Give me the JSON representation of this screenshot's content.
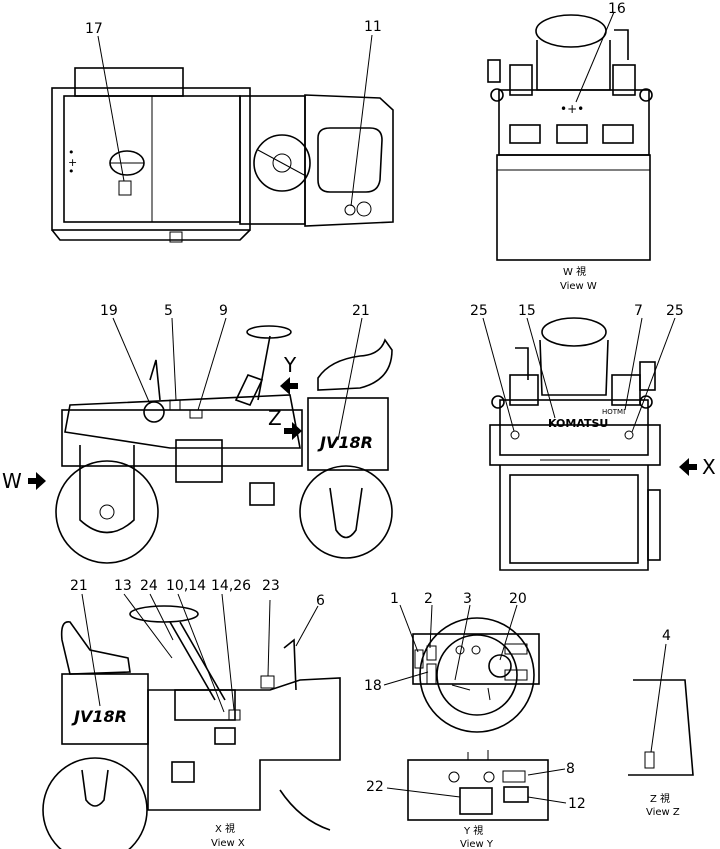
{
  "top_view": {
    "callouts": [
      "17",
      "11"
    ]
  },
  "rear_view_w": {
    "callouts": [
      "16"
    ],
    "caption_jp": "W 視",
    "caption_en": "View W"
  },
  "side_view": {
    "callouts": [
      "19",
      "5",
      "9",
      "21"
    ],
    "arrow_labels": {
      "w": "W",
      "y": "Y",
      "z": "Z"
    },
    "model_text": "JV18R"
  },
  "front_view": {
    "callouts": [
      "25",
      "15",
      "7",
      "25"
    ],
    "brand_text": "KOMATSU",
    "small_text": "HOTMI",
    "arrow_label_x": "X"
  },
  "view_x": {
    "callouts": [
      "21",
      "13",
      "24",
      "10,14",
      "14,26",
      "23",
      "6"
    ],
    "model_text": "JV18R",
    "caption_jp": "X 視",
    "caption_en": "View X"
  },
  "dashboard": {
    "callouts": [
      "1",
      "2",
      "3",
      "20",
      "18"
    ]
  },
  "view_y": {
    "callouts": [
      "8",
      "22",
      "12"
    ],
    "caption_jp": "Y 視",
    "caption_en": "View Y"
  },
  "view_z": {
    "callouts": [
      "4"
    ],
    "caption_jp": "Z 視",
    "caption_en": "View Z"
  }
}
